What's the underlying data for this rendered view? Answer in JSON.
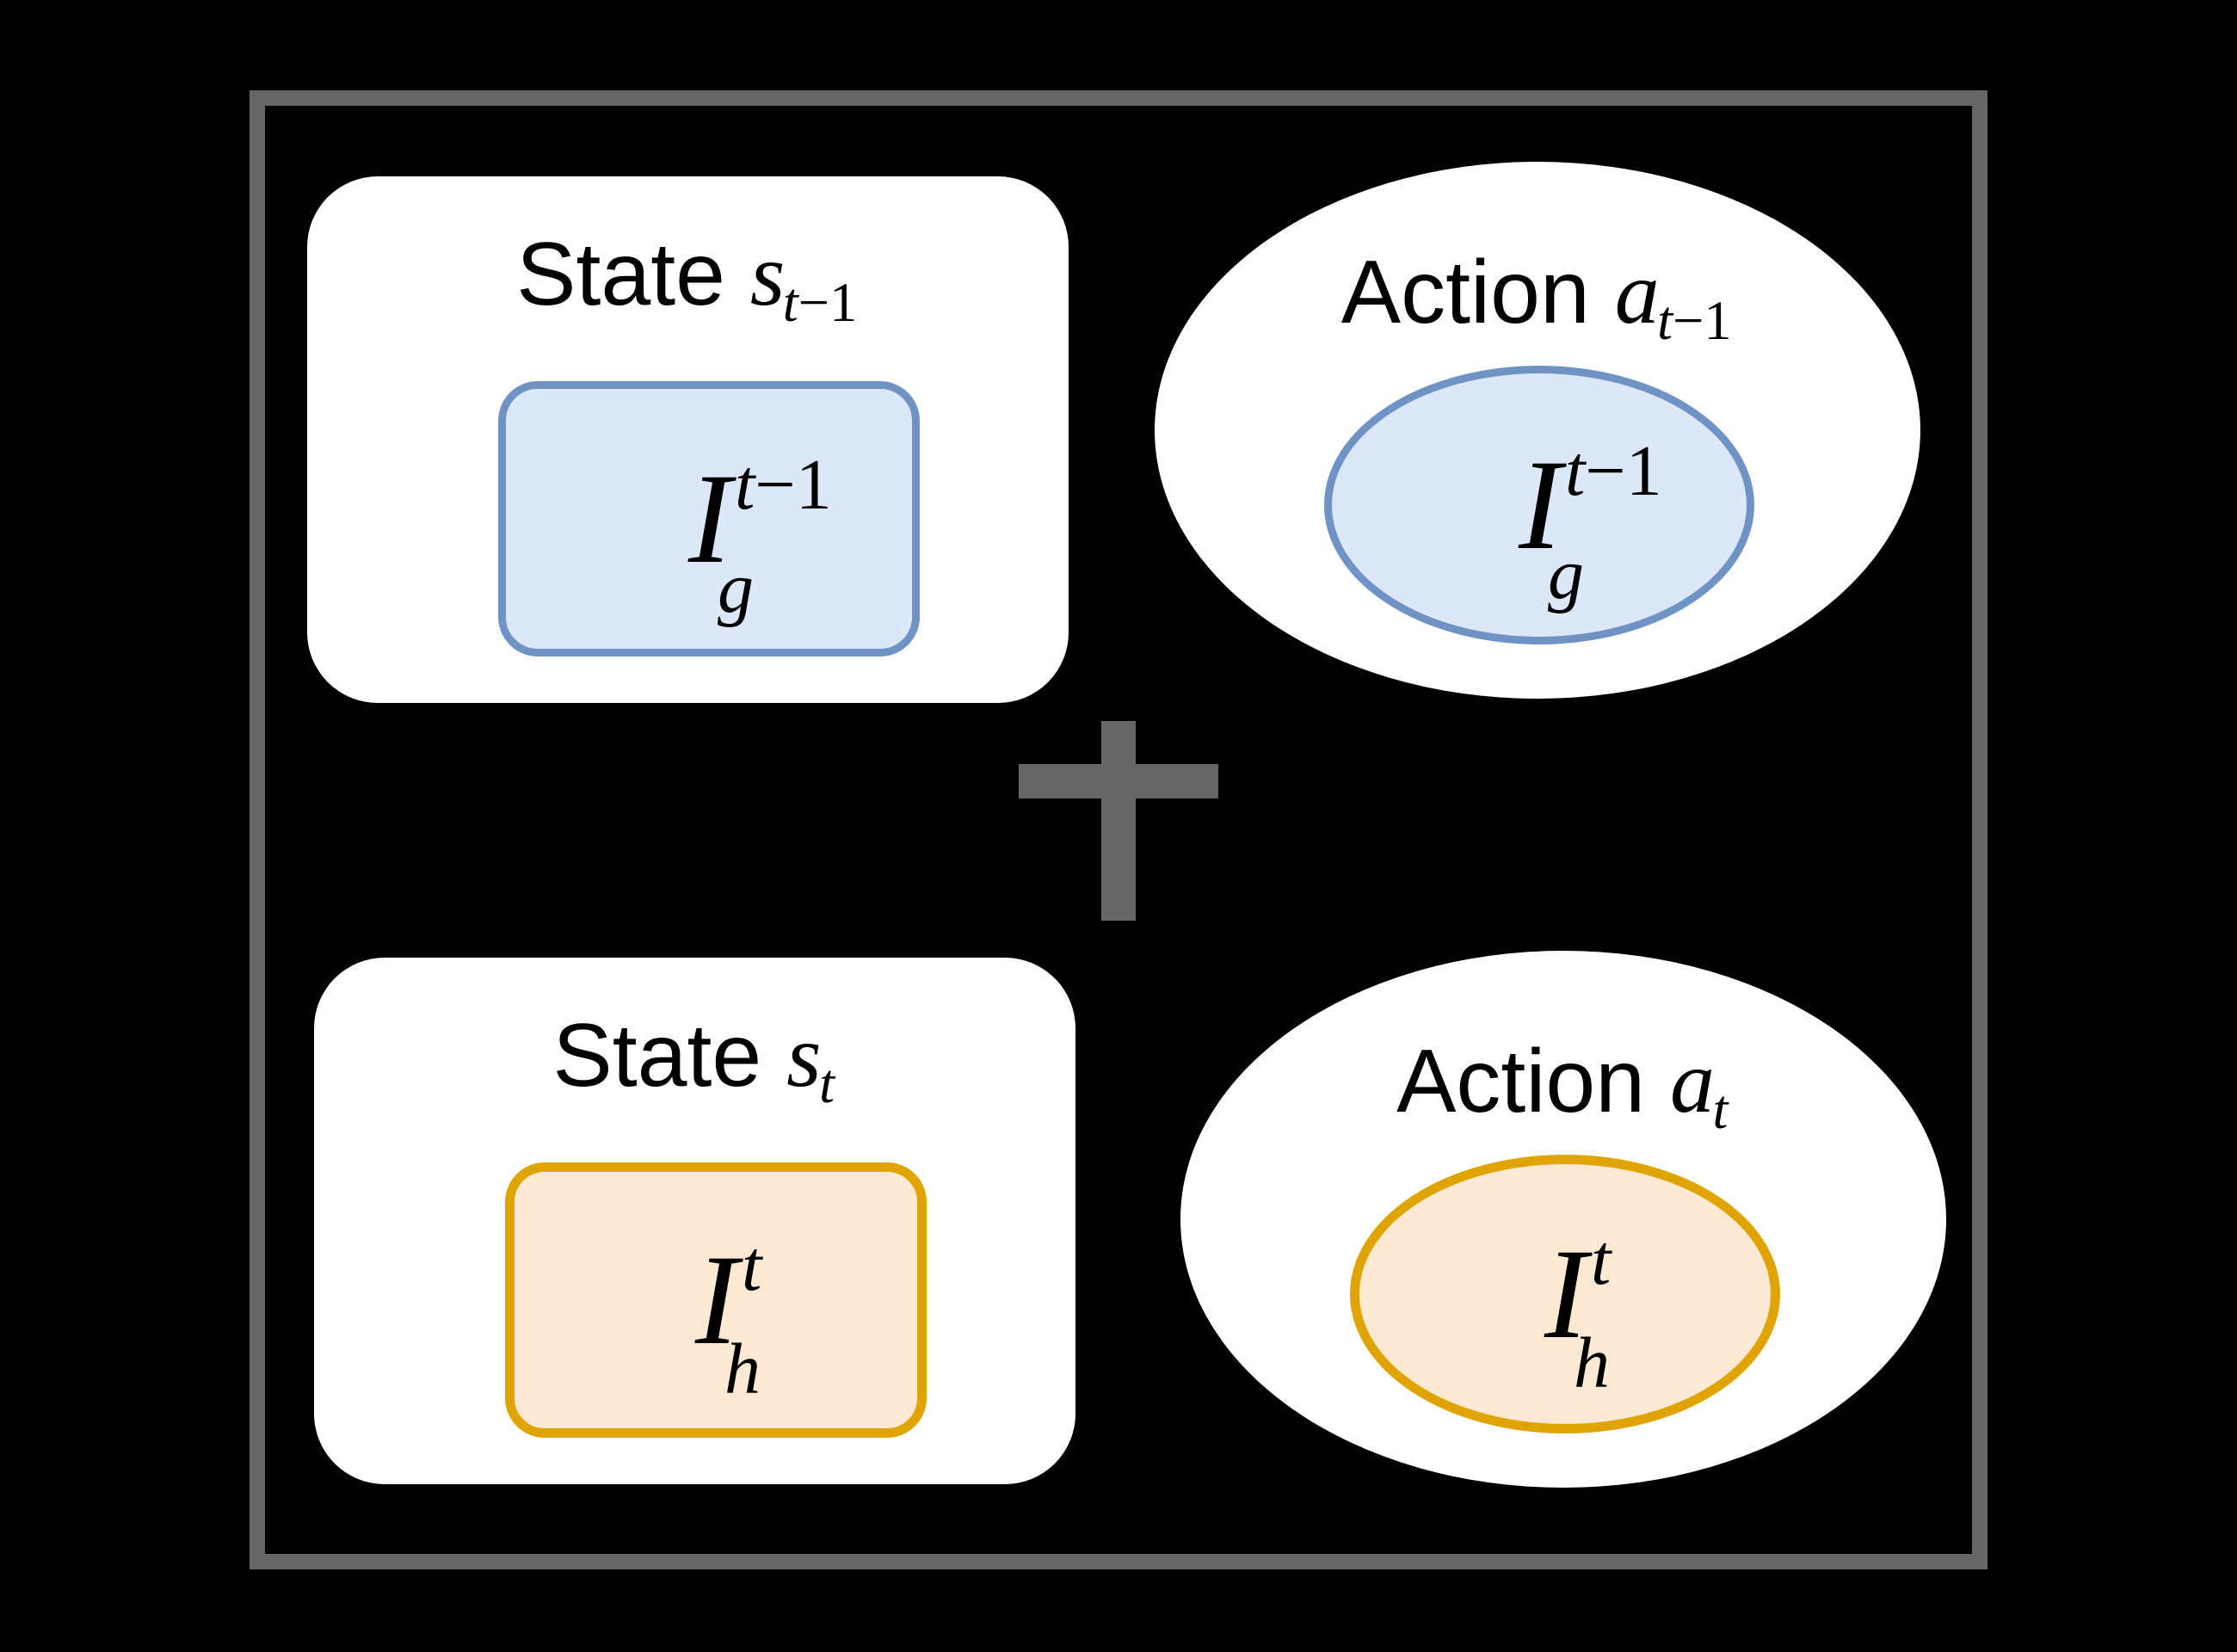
{
  "diagram": {
    "title": "state-action pair composition",
    "background_color": "#000000",
    "frame_color": "#666666",
    "operator": {
      "name": "plus-operator",
      "symbol": "+",
      "color": "#666666"
    }
  },
  "palette": {
    "blue_fill": "#dce7f8",
    "blue_stroke": "#6f93c5",
    "orange_fill": "#fce9d3",
    "orange_stroke": "#dfa400",
    "card_fill": "#ffffff",
    "text": "#000000"
  },
  "nodes": [
    {
      "id": "state-prev",
      "shape": "rounded-rect",
      "label_prefix": "State",
      "label_symbol": "s",
      "label_sub_base": "t",
      "label_sub_op": "−",
      "label_sub_num": "1",
      "label_text": "State s t−1",
      "inner": {
        "shape": "rounded-rect",
        "glyph": "𝓘",
        "glyph_plain": "I",
        "superscript_base": "t",
        "superscript_op": "−",
        "superscript_num": "1",
        "subscript": "g",
        "expression": "I_g^{t-1}",
        "fill": "#dce7f8",
        "stroke": "#6f93c5"
      }
    },
    {
      "id": "action-prev",
      "shape": "ellipse",
      "label_prefix": "Action",
      "label_symbol": "a",
      "label_sub_base": "t",
      "label_sub_op": "−",
      "label_sub_num": "1",
      "label_text": "Action a t−1",
      "inner": {
        "shape": "ellipse",
        "glyph": "𝓘",
        "glyph_plain": "I",
        "superscript_base": "t",
        "superscript_op": "−",
        "superscript_num": "1",
        "subscript": "g",
        "expression": "I_g^{t-1}",
        "fill": "#dce7f8",
        "stroke": "#6f93c5"
      }
    },
    {
      "id": "state-curr",
      "shape": "rounded-rect",
      "label_prefix": "State",
      "label_symbol": "s",
      "label_sub_base": "t",
      "label_sub_op": "",
      "label_sub_num": "",
      "label_text": "State s t",
      "inner": {
        "shape": "rounded-rect",
        "glyph": "𝓘",
        "glyph_plain": "I",
        "superscript_base": "t",
        "superscript_op": "",
        "superscript_num": "",
        "subscript": "h",
        "expression": "I_h^{t}",
        "fill": "#fce9d3",
        "stroke": "#dfa400"
      }
    },
    {
      "id": "action-curr",
      "shape": "ellipse",
      "label_prefix": "Action",
      "label_symbol": "a",
      "label_sub_base": "t",
      "label_sub_op": "",
      "label_sub_num": "",
      "label_text": "Action a t",
      "inner": {
        "shape": "ellipse",
        "glyph": "𝓘",
        "glyph_plain": "I",
        "superscript_base": "t",
        "superscript_op": "",
        "superscript_num": "",
        "subscript": "h",
        "expression": "I_h^{t}",
        "fill": "#fce9d3",
        "stroke": "#dfa400"
      }
    }
  ]
}
